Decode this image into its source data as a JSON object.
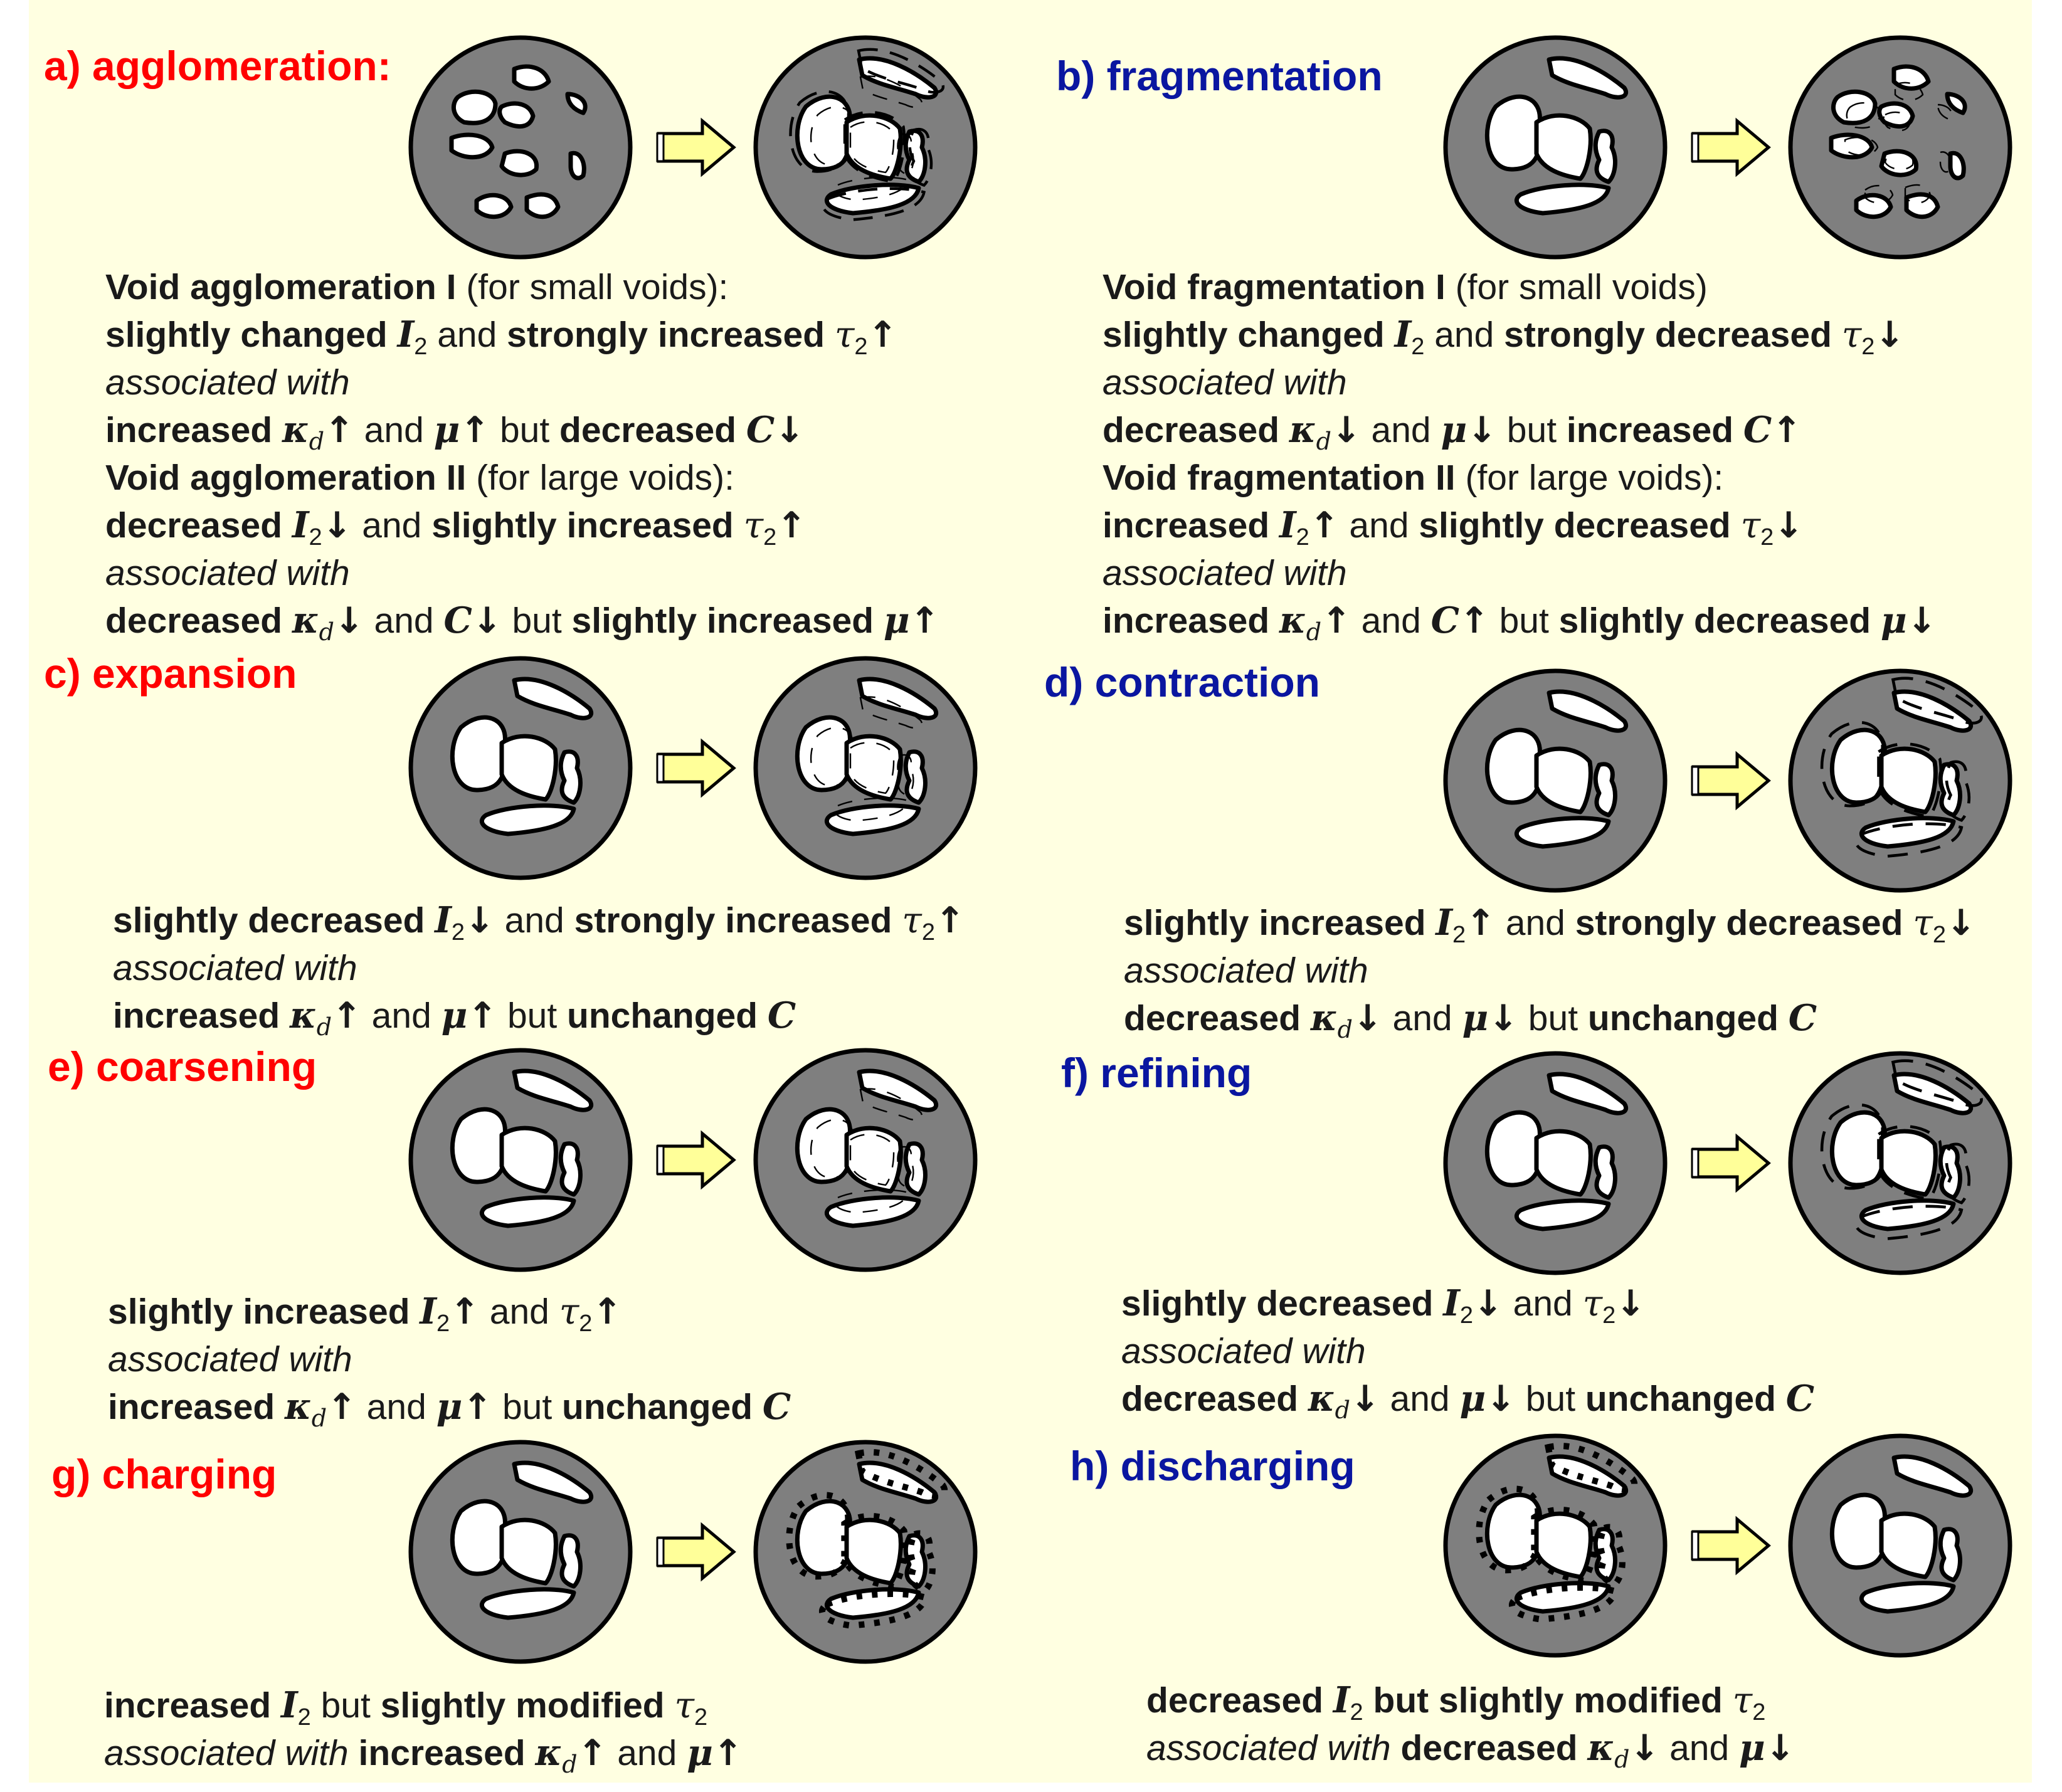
{
  "panels": [
    {
      "id": "a",
      "title": "a) agglomeration:",
      "title_color": "#ff0000",
      "lines": [
        [
          {
            "t": "Void agglomeration I",
            "b": 1
          },
          {
            "t": " (for small voids):"
          }
        ],
        [
          {
            "t": "slightly changed ",
            "b": 1
          },
          {
            "t": "I",
            "s": "sym"
          },
          {
            "t": "2",
            "s": "sub"
          },
          {
            "t": " and "
          },
          {
            "t": "strongly increased ",
            "b": 1
          },
          {
            "t": "τ",
            "s": "symr"
          },
          {
            "t": "2",
            "s": "sub"
          },
          {
            "t": "↑",
            "s": "arrow"
          }
        ],
        [
          {
            "t": "associated with",
            "i": 1
          }
        ],
        [
          {
            "t": "increased ",
            "b": 1
          },
          {
            "t": "κ",
            "s": "sym"
          },
          {
            "t": "d",
            "s": "subi"
          },
          {
            "t": "↑",
            "s": "arrow"
          },
          {
            "t": " and "
          },
          {
            "t": "μ",
            "s": "sym"
          },
          {
            "t": "↑",
            "s": "arrow"
          },
          {
            "t": " but "
          },
          {
            "t": "decreased ",
            "b": 1
          },
          {
            "t": "C",
            "s": "sym"
          },
          {
            "t": "↓",
            "s": "arrow"
          }
        ],
        [
          {
            "t": "Void agglomeration II",
            "b": 1
          },
          {
            "t": " (for large voids):"
          }
        ],
        [
          {
            "t": "decreased ",
            "b": 1
          },
          {
            "t": "I",
            "s": "sym"
          },
          {
            "t": "2",
            "s": "sub"
          },
          {
            "t": "↓",
            "s": "arrow"
          },
          {
            "t": " and "
          },
          {
            "t": "slightly increased ",
            "b": 1
          },
          {
            "t": "τ",
            "s": "symr"
          },
          {
            "t": "2",
            "s": "sub"
          },
          {
            "t": "↑",
            "s": "arrow"
          }
        ],
        [
          {
            "t": "associated with",
            "i": 1
          }
        ],
        [
          {
            "t": "decreased ",
            "b": 1
          },
          {
            "t": "κ",
            "s": "sym"
          },
          {
            "t": "d",
            "s": "subi"
          },
          {
            "t": "↓",
            "s": "arrow"
          },
          {
            "t": " and "
          },
          {
            "t": "C",
            "s": "sym"
          },
          {
            "t": "↓",
            "s": "arrow"
          },
          {
            "t": " but "
          },
          {
            "t": "slightly increased ",
            "b": 1
          },
          {
            "t": "μ",
            "s": "sym"
          },
          {
            "t": "↑",
            "s": "arrow"
          }
        ]
      ]
    },
    {
      "id": "b",
      "title": "b) fragmentation",
      "title_color": "#0a16a0",
      "lines": [
        [
          {
            "t": "Void fragmentation I",
            "b": 1
          },
          {
            "t": " (for small voids)"
          }
        ],
        [
          {
            "t": "slightly changed ",
            "b": 1
          },
          {
            "t": "I",
            "s": "sym"
          },
          {
            "t": "2",
            "s": "sub"
          },
          {
            "t": " and "
          },
          {
            "t": "strongly decreased ",
            "b": 1
          },
          {
            "t": "τ",
            "s": "symr"
          },
          {
            "t": "2",
            "s": "sub"
          },
          {
            "t": "↓",
            "s": "arrow"
          }
        ],
        [
          {
            "t": "associated with",
            "i": 1
          }
        ],
        [
          {
            "t": "decreased ",
            "b": 1
          },
          {
            "t": "κ",
            "s": "sym"
          },
          {
            "t": "d",
            "s": "subi"
          },
          {
            "t": "↓",
            "s": "arrow"
          },
          {
            "t": " and "
          },
          {
            "t": "μ",
            "s": "sym"
          },
          {
            "t": "↓",
            "s": "arrow"
          },
          {
            "t": " but "
          },
          {
            "t": "increased ",
            "b": 1
          },
          {
            "t": "C",
            "s": "sym"
          },
          {
            "t": "↑",
            "s": "arrow"
          }
        ],
        [
          {
            "t": "Void fragmentation II",
            "b": 1
          },
          {
            "t": " (for large voids):"
          }
        ],
        [
          {
            "t": "increased ",
            "b": 1
          },
          {
            "t": "I",
            "s": "sym"
          },
          {
            "t": "2",
            "s": "sub"
          },
          {
            "t": "↑",
            "s": "arrow"
          },
          {
            "t": " and "
          },
          {
            "t": "slightly decreased ",
            "b": 1
          },
          {
            "t": "τ",
            "s": "symr"
          },
          {
            "t": "2",
            "s": "sub"
          },
          {
            "t": "↓",
            "s": "arrow"
          }
        ],
        [
          {
            "t": "associated with",
            "i": 1
          }
        ],
        [
          {
            "t": "increased ",
            "b": 1
          },
          {
            "t": "κ",
            "s": "sym"
          },
          {
            "t": "d",
            "s": "subi"
          },
          {
            "t": "↑",
            "s": "arrow"
          },
          {
            "t": " and "
          },
          {
            "t": "C",
            "s": "sym"
          },
          {
            "t": "↑",
            "s": "arrow"
          },
          {
            "t": " but "
          },
          {
            "t": "slightly decreased ",
            "b": 1
          },
          {
            "t": "μ",
            "s": "sym"
          },
          {
            "t": "↓",
            "s": "arrow"
          }
        ]
      ]
    },
    {
      "id": "c",
      "title": "c) expansion",
      "title_color": "#ff0000",
      "lines": [
        [
          {
            "t": "slightly decreased ",
            "b": 1
          },
          {
            "t": "I",
            "s": "sym"
          },
          {
            "t": "2",
            "s": "sub"
          },
          {
            "t": "↓",
            "s": "arrow"
          },
          {
            "t": " and "
          },
          {
            "t": "strongly increased ",
            "b": 1
          },
          {
            "t": "τ",
            "s": "symr"
          },
          {
            "t": "2",
            "s": "sub"
          },
          {
            "t": "↑",
            "s": "arrow"
          }
        ],
        [
          {
            "t": "associated with",
            "i": 1
          }
        ],
        [
          {
            "t": "increased ",
            "b": 1
          },
          {
            "t": "κ",
            "s": "sym"
          },
          {
            "t": "d",
            "s": "subi"
          },
          {
            "t": "↑",
            "s": "arrow"
          },
          {
            "t": " and "
          },
          {
            "t": "μ",
            "s": "sym"
          },
          {
            "t": "↑",
            "s": "arrow"
          },
          {
            "t": " but "
          },
          {
            "t": "unchanged ",
            "b": 1
          },
          {
            "t": "C",
            "s": "sym"
          }
        ]
      ]
    },
    {
      "id": "d",
      "title": "d) contraction",
      "title_color": "#0a16a0",
      "lines": [
        [
          {
            "t": "slightly increased ",
            "b": 1
          },
          {
            "t": "I",
            "s": "sym"
          },
          {
            "t": "2",
            "s": "sub"
          },
          {
            "t": "↑",
            "s": "arrow"
          },
          {
            "t": " and "
          },
          {
            "t": "strongly decreased ",
            "b": 1
          },
          {
            "t": "τ",
            "s": "symr"
          },
          {
            "t": "2",
            "s": "sub"
          },
          {
            "t": "↓",
            "s": "arrow"
          }
        ],
        [
          {
            "t": "associated with",
            "i": 1
          }
        ],
        [
          {
            "t": "decreased ",
            "b": 1
          },
          {
            "t": "κ",
            "s": "sym"
          },
          {
            "t": "d",
            "s": "subi"
          },
          {
            "t": "↓",
            "s": "arrow"
          },
          {
            "t": " and "
          },
          {
            "t": "μ",
            "s": "sym"
          },
          {
            "t": "↓",
            "s": "arrow"
          },
          {
            "t": " but "
          },
          {
            "t": "unchanged ",
            "b": 1
          },
          {
            "t": "C",
            "s": "sym"
          }
        ]
      ]
    },
    {
      "id": "e",
      "title": "e) coarsening",
      "title_color": "#ff0000",
      "lines": [
        [
          {
            "t": "slightly increased ",
            "b": 1
          },
          {
            "t": "I",
            "s": "sym"
          },
          {
            "t": "2",
            "s": "sub"
          },
          {
            "t": "↑",
            "s": "arrow"
          },
          {
            "t": " and "
          },
          {
            "t": "τ",
            "s": "symr"
          },
          {
            "t": "2",
            "s": "sub"
          },
          {
            "t": "↑",
            "s": "arrow"
          }
        ],
        [
          {
            "t": "associated with",
            "i": 1
          }
        ],
        [
          {
            "t": "increased ",
            "b": 1
          },
          {
            "t": "κ",
            "s": "sym"
          },
          {
            "t": "d",
            "s": "subi"
          },
          {
            "t": "↑",
            "s": "arrow"
          },
          {
            "t": " and "
          },
          {
            "t": "μ",
            "s": "sym"
          },
          {
            "t": "↑",
            "s": "arrow"
          },
          {
            "t": " but "
          },
          {
            "t": "unchanged ",
            "b": 1
          },
          {
            "t": "C",
            "s": "sym"
          }
        ]
      ]
    },
    {
      "id": "f",
      "title": "f) refining",
      "title_color": "#0a16a0",
      "lines": [
        [
          {
            "t": "slightly decreased ",
            "b": 1
          },
          {
            "t": "I",
            "s": "sym"
          },
          {
            "t": "2",
            "s": "sub"
          },
          {
            "t": "↓",
            "s": "arrow"
          },
          {
            "t": " and "
          },
          {
            "t": "τ",
            "s": "symr"
          },
          {
            "t": "2",
            "s": "sub"
          },
          {
            "t": "↓",
            "s": "arrow"
          }
        ],
        [
          {
            "t": "associated with",
            "i": 1
          }
        ],
        [
          {
            "t": "decreased ",
            "b": 1
          },
          {
            "t": "κ",
            "s": "sym"
          },
          {
            "t": "d",
            "s": "subi"
          },
          {
            "t": "↓",
            "s": "arrow"
          },
          {
            "t": " and "
          },
          {
            "t": "μ",
            "s": "sym"
          },
          {
            "t": "↓",
            "s": "arrow"
          },
          {
            "t": " but "
          },
          {
            "t": "unchanged ",
            "b": 1
          },
          {
            "t": "C",
            "s": "sym"
          }
        ]
      ]
    },
    {
      "id": "g",
      "title": "g) charging",
      "title_color": "#ff0000",
      "lines": [
        [
          {
            "t": "increased ",
            "b": 1
          },
          {
            "t": "I",
            "s": "sym"
          },
          {
            "t": "2",
            "s": "sub"
          },
          {
            "t": " but "
          },
          {
            "t": "slightly modified ",
            "b": 1
          },
          {
            "t": "τ",
            "s": "symr"
          },
          {
            "t": "2",
            "s": "sub"
          }
        ],
        [
          {
            "t": "associated with ",
            "i": 1
          },
          {
            "t": "increased ",
            "b": 1
          },
          {
            "t": "κ",
            "s": "sym"
          },
          {
            "t": "d",
            "s": "subi"
          },
          {
            "t": "↑",
            "s": "arrow"
          },
          {
            "t": " and "
          },
          {
            "t": "μ",
            "s": "sym"
          },
          {
            "t": "↑",
            "s": "arrow"
          }
        ]
      ]
    },
    {
      "id": "h",
      "title": "h) discharging",
      "title_color": "#0a16a0",
      "lines": [
        [
          {
            "t": "decreased ",
            "b": 1
          },
          {
            "t": "I",
            "s": "sym"
          },
          {
            "t": "2",
            "s": "sub"
          },
          {
            "t": " but slightly modified ",
            "b": 1
          },
          {
            "t": "τ",
            "s": "symr"
          },
          {
            "t": "2",
            "s": "sub"
          }
        ],
        [
          {
            "t": "associated with ",
            "i": 1
          },
          {
            "t": "decreased ",
            "b": 1
          },
          {
            "t": "κ",
            "s": "sym"
          },
          {
            "t": "d",
            "s": "subi"
          },
          {
            "t": "↓",
            "s": "arrow"
          },
          {
            "t": " and "
          },
          {
            "t": "μ",
            "s": "sym"
          },
          {
            "t": "↓",
            "s": "arrow"
          }
        ]
      ]
    }
  ],
  "colors": {
    "background": "#ffffe1",
    "disc_fill": "#7f7f7f",
    "void_fill": "#ffffff",
    "arrow_fill": "#ffff99",
    "red_title": "#ff0000",
    "blue_title": "#0a16a0"
  }
}
